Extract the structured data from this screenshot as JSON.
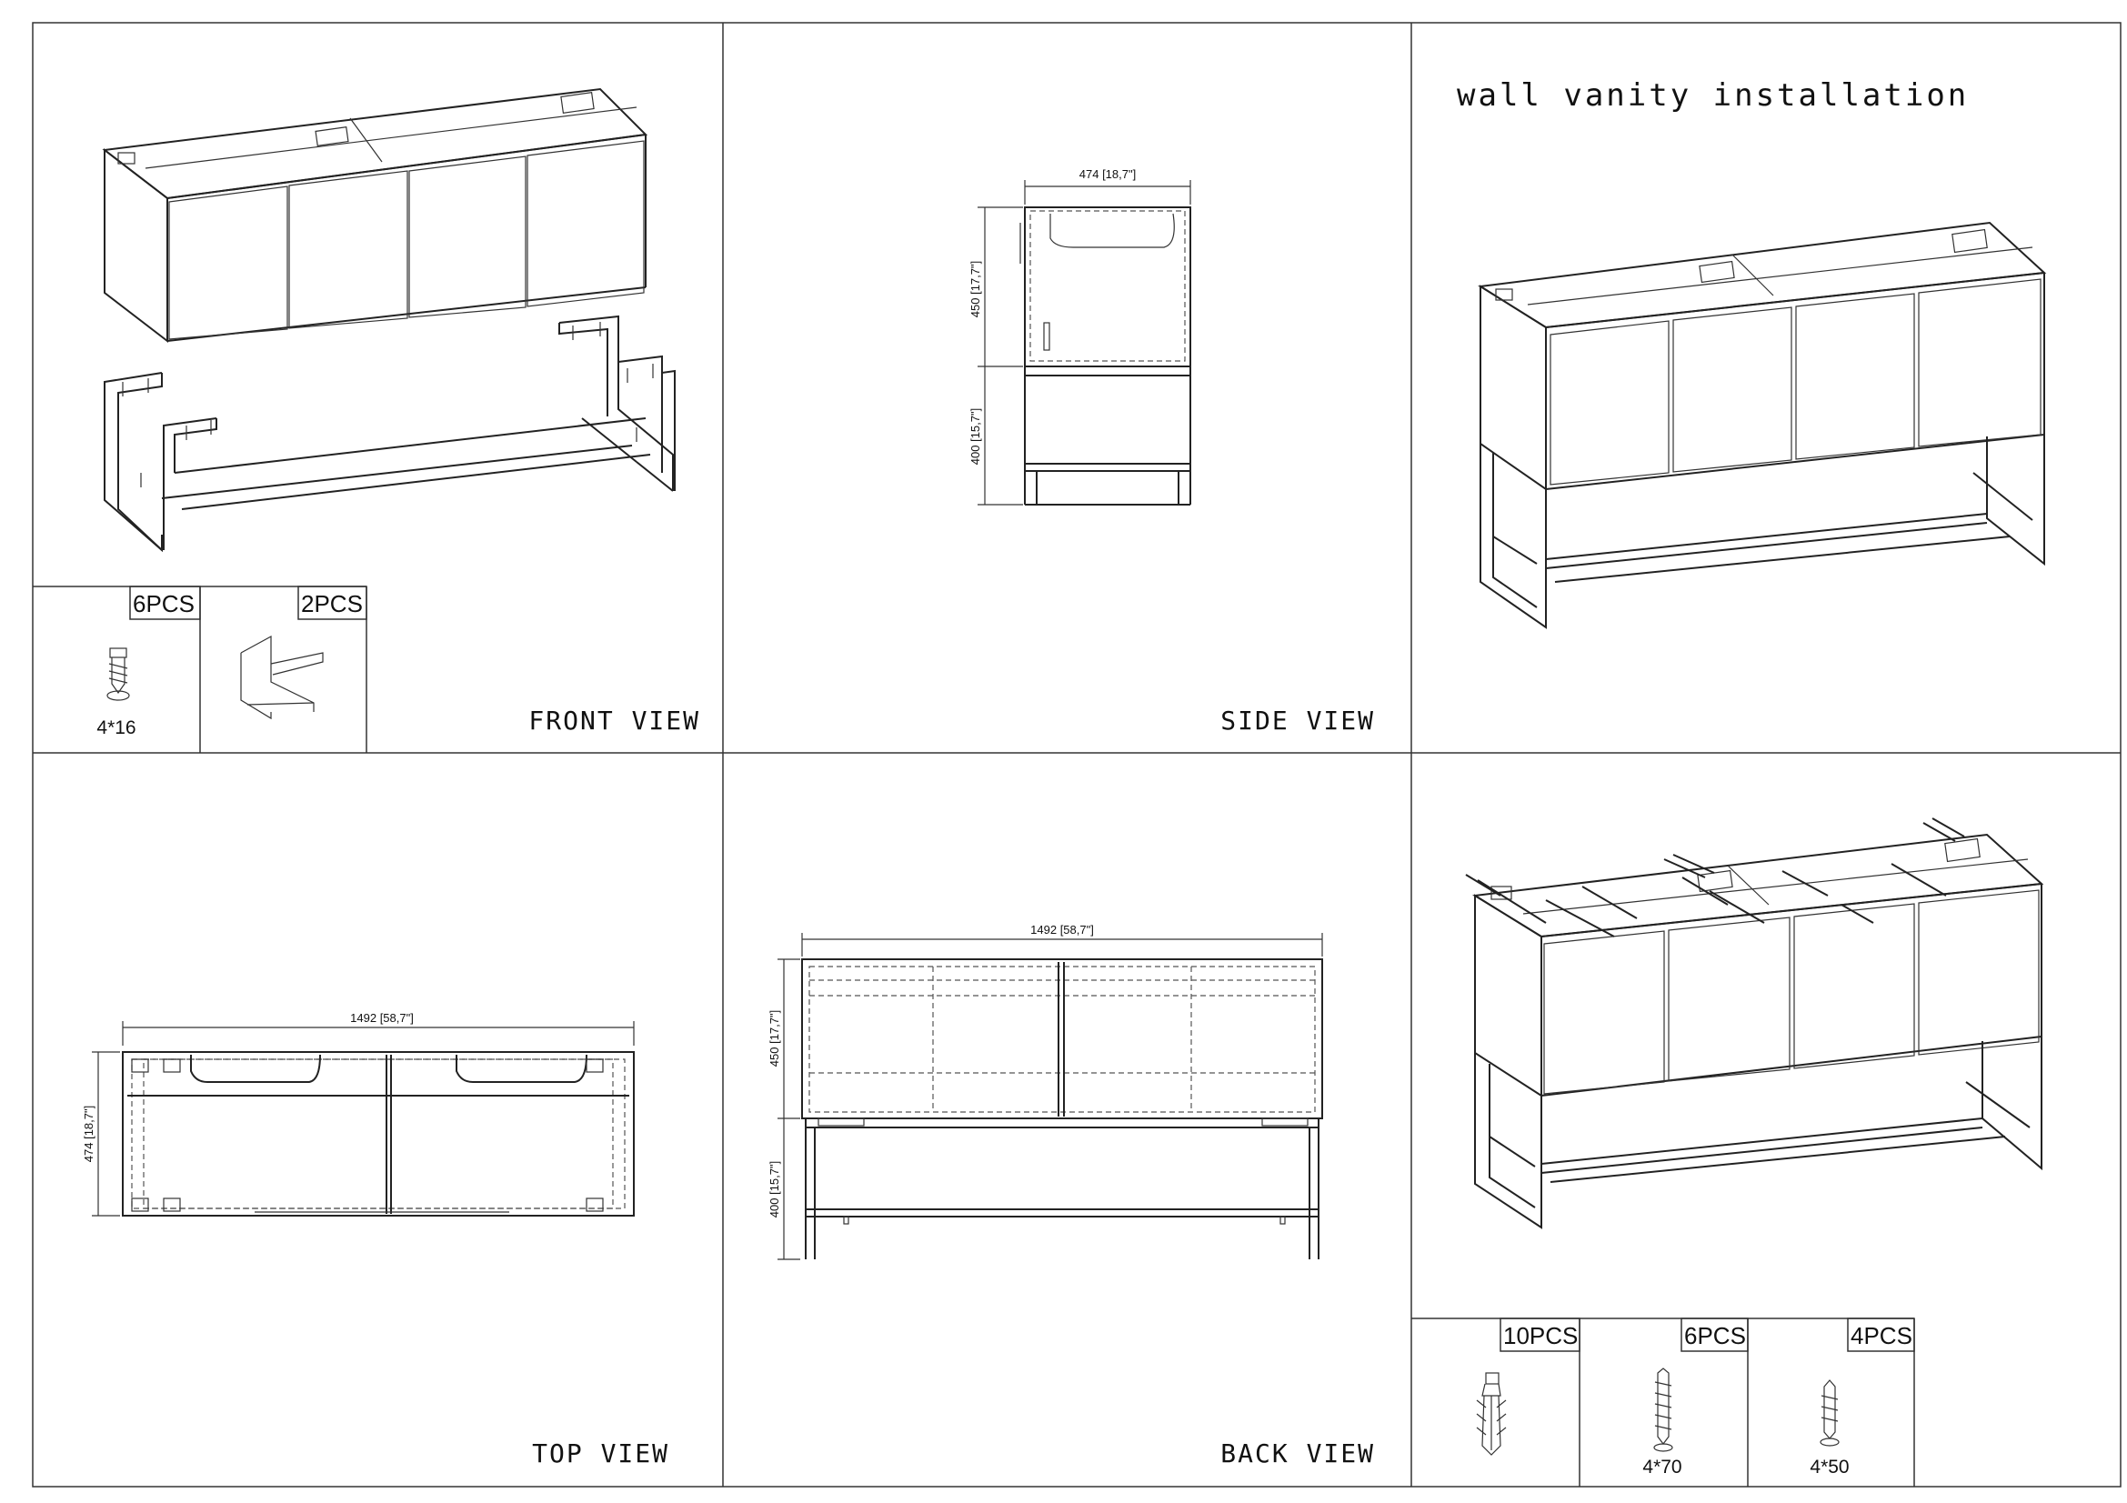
{
  "title": "wall vanity installation",
  "views": {
    "front": "FRONT VIEW",
    "side": "SIDE VIEW",
    "top": "TOP VIEW",
    "back": "BACK VIEW"
  },
  "parts_front": [
    {
      "qty": "6PCS",
      "size": "4*16",
      "icon": "wood-screw-icon"
    },
    {
      "qty": "2PCS",
      "size": "",
      "icon": "metal-leg-frame-icon"
    }
  ],
  "parts_wall": [
    {
      "qty": "10PCS",
      "size": "",
      "icon": "wall-anchor-icon"
    },
    {
      "qty": "6PCS",
      "size": "4*70",
      "icon": "long-screw-icon"
    },
    {
      "qty": "4PCS",
      "size": "4*50",
      "icon": "screw-icon"
    }
  ],
  "dimensions": {
    "side_width": "474 [18,7\"]",
    "side_cabinet_height": "450 [17,7\"]",
    "side_leg_height": "400 [15,7\"]",
    "top_width": "1492 [58,7\"]",
    "top_depth": "474 [18,7\"]",
    "back_width": "1492 [58,7\"]",
    "back_cabinet_height": "450 [17,7\"]",
    "back_leg_height": "400 [15,7\"]"
  }
}
